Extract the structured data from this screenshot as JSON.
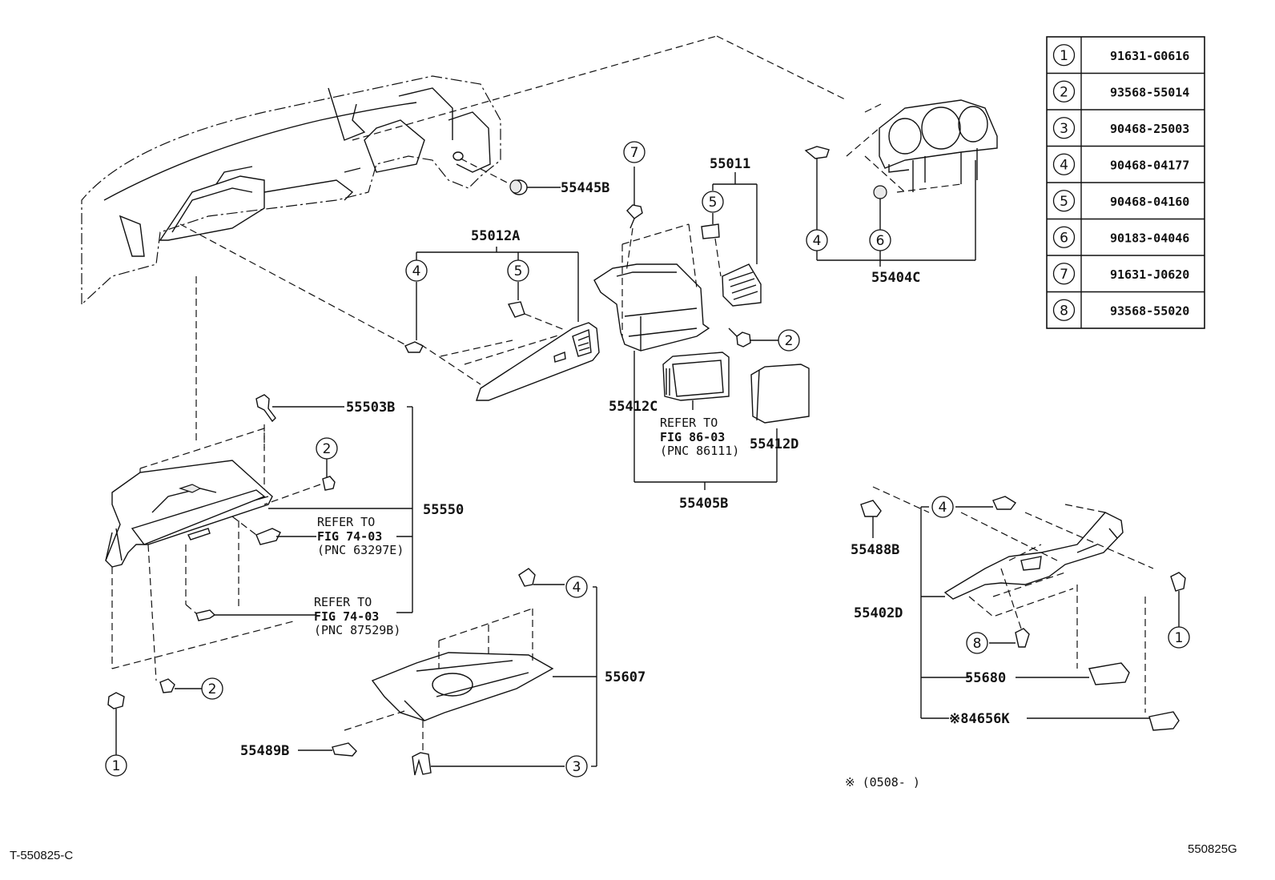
{
  "callouts": {
    "c1": "1",
    "c2": "2",
    "c3": "3",
    "c4": "4",
    "c5": "5",
    "c6": "6",
    "c7": "7",
    "c8": "8"
  },
  "part_numbers": {
    "p55445B": "55445B",
    "p55011": "55011",
    "p55012A": "55012A",
    "p55404C": "55404C",
    "p55503B": "55503B",
    "p55412C": "55412C",
    "p55412D": "55412D",
    "p55550": "55550",
    "p55405B": "55405B",
    "p55488B": "55488B",
    "p55402D": "55402D",
    "p55607": "55607",
    "p55680": "55680",
    "p84656K": "※84656K",
    "p55489B": "55489B"
  },
  "references": {
    "refer_to": "REFER TO",
    "ref_86_fig": "FIG 86-03",
    "ref_86_pnc": "(PNC 86111)",
    "ref_74a_fig": "FIG 74-03",
    "ref_74a_pnc": "(PNC 63297E)",
    "ref_74b_fig": "FIG 74-03",
    "ref_74b_pnc": "(PNC 87529B)"
  },
  "fastener_table": [
    {
      "num": "1",
      "part": "91631-G0616"
    },
    {
      "num": "2",
      "part": "93568-55014"
    },
    {
      "num": "3",
      "part": "90468-25003"
    },
    {
      "num": "4",
      "part": "90468-04177"
    },
    {
      "num": "5",
      "part": "90468-04160"
    },
    {
      "num": "6",
      "part": "90183-04046"
    },
    {
      "num": "7",
      "part": "91631-J0620"
    },
    {
      "num": "8",
      "part": "93568-55020"
    }
  ],
  "note": "※ (0508-        )",
  "footer": {
    "left_code": "T-550825-C",
    "right_code": "550825G"
  }
}
